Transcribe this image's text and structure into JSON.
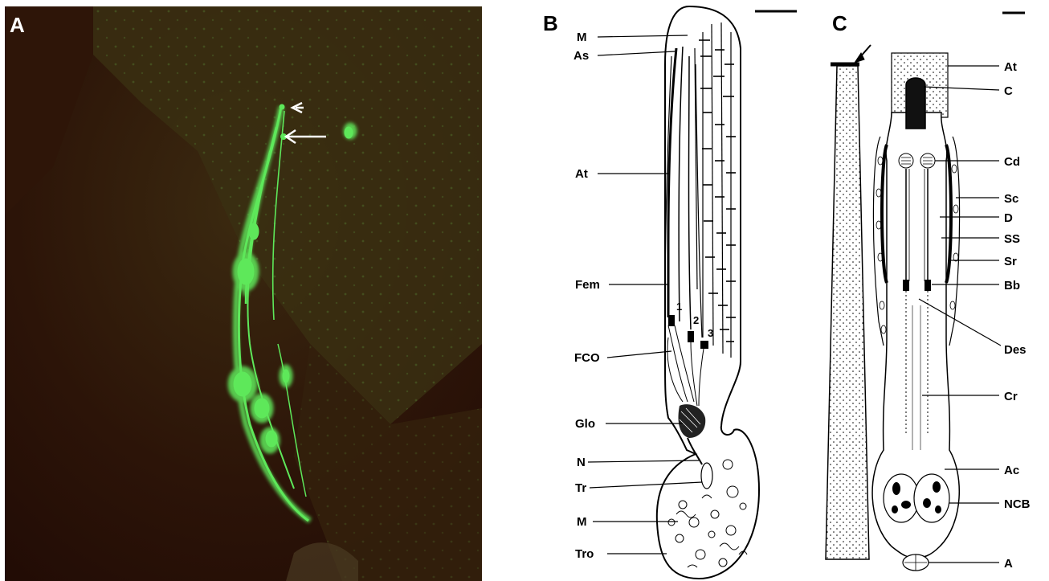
{
  "panels": {
    "a": {
      "letter": "A"
    },
    "b": {
      "letter": "B",
      "labels": {
        "M_top": "M",
        "As": "As",
        "At": "At",
        "Fem": "Fem",
        "FCO": "FCO",
        "Glo": "Glo",
        "N": "N",
        "Tr": "Tr",
        "M_bottom": "M",
        "Tro": "Tro"
      },
      "scolopidia": [
        "1",
        "2",
        "3"
      ]
    },
    "c": {
      "letter": "C",
      "labels": {
        "At": "At",
        "C": "C",
        "Cd": "Cd",
        "Sc": "Sc",
        "D": "D",
        "SS": "SS",
        "Sr": "Sr",
        "Bb": "Bb",
        "Des": "Des",
        "Cr": "Cr",
        "Ac": "Ac",
        "NCB": "NCB",
        "A": "A"
      }
    }
  },
  "colors": {
    "fluorescence": "#5ee85a",
    "dark_background": "#2a1208",
    "ink": "#000000"
  }
}
